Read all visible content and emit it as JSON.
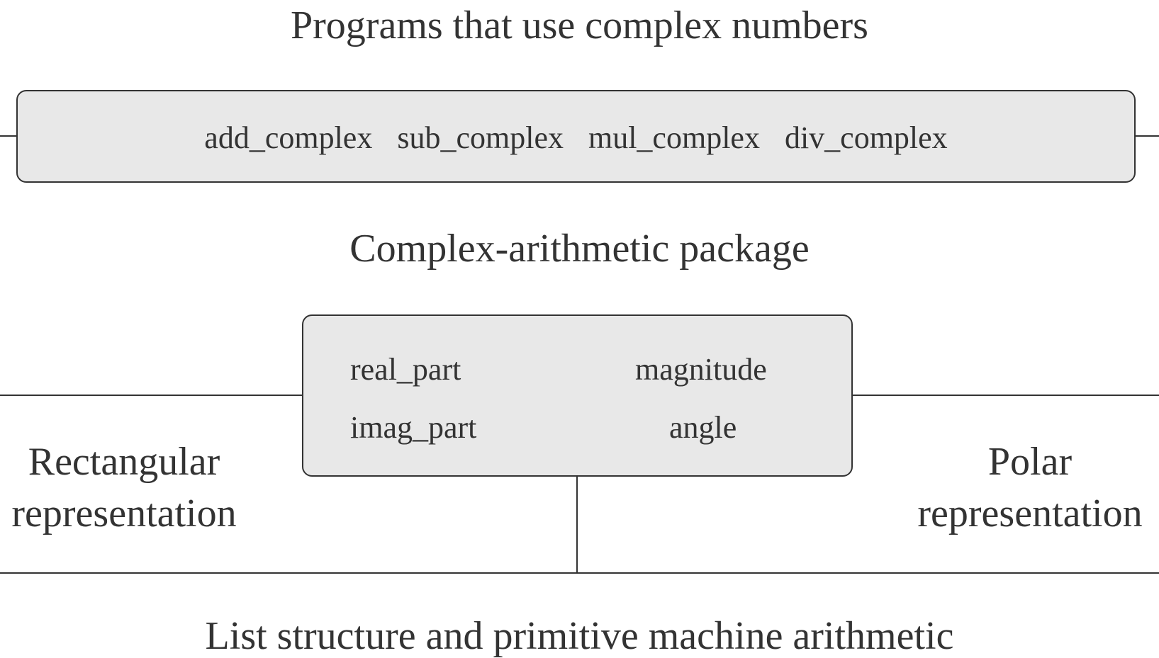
{
  "top_title": "Programs that use complex numbers",
  "interface_ops": {
    "items": [
      "add_complex",
      "sub_complex",
      "mul_complex",
      "div_complex"
    ]
  },
  "package_label": "Complex-arithmetic package",
  "selectors": {
    "rect_real": "real_part",
    "rect_imag": "imag_part",
    "polar_mag": "magnitude",
    "polar_angle": "angle"
  },
  "rectangular": {
    "line1": "Rectangular",
    "line2": "representation"
  },
  "polar": {
    "line1": "Polar",
    "line2": "representation"
  },
  "bottom_label": "List structure and primitive machine arithmetic"
}
